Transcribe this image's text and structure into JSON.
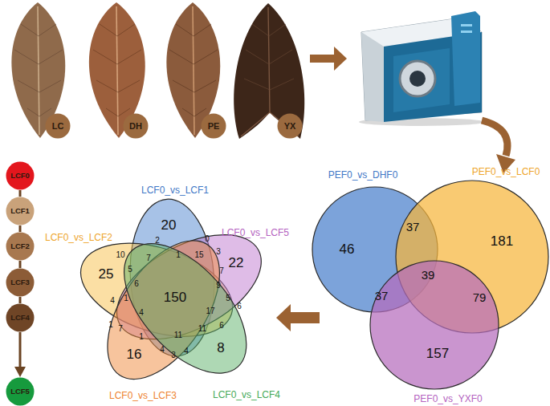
{
  "diagram": {
    "nodes": [
      {
        "text": [
          "LC"
        ]
      },
      {
        "text": [
          "DH"
        ]
      },
      {
        "text": [
          "PE"
        ]
      },
      {
        "text": [
          "YX"
        ]
      },
      {
        "text": [
          "LCF0"
        ]
      },
      {
        "text": [
          "LCF1"
        ]
      },
      {
        "text": [
          "LCF2"
        ]
      },
      {
        "text": [
          "LCF3"
        ]
      },
      {
        "text": [
          "LCF4"
        ]
      },
      {
        "text": [
          "LCF5"
        ]
      },
      {
        "text": [
          "LCF0_vs_LCF1",
          "20"
        ]
      },
      {
        "text": [
          "LCF0_vs_LCF2",
          "25"
        ]
      },
      {
        "text": [
          "LCF0_vs_LCF5",
          "22"
        ]
      },
      {
        "text": [
          "LCF0_vs_LCF3",
          "16"
        ]
      },
      {
        "text": [
          "LCF0_vs_LCF4",
          "8"
        ]
      },
      {
        "text": [
          "PEF0_vs_DHF0",
          "46"
        ]
      },
      {
        "text": [
          "PEF0_vs_LCF0",
          "181"
        ]
      },
      {
        "text": [
          "PEF0_vs_YXF0",
          "157"
        ]
      }
    ],
    "edges": [
      {
        "from": 4,
        "to": 5,
        "arrow": "none"
      },
      {
        "from": 5,
        "to": 6,
        "arrow": "none"
      },
      {
        "from": 6,
        "to": 7,
        "arrow": "none"
      },
      {
        "from": 7,
        "to": 8,
        "arrow": "none"
      },
      {
        "from": 8,
        "to": 9,
        "arrow": "to"
      }
    ],
    "labels": [
      "2",
      "0",
      "10",
      "1",
      "15",
      "3",
      "7",
      "5",
      "7",
      "6",
      "9",
      "150",
      "1",
      "5",
      "4",
      "6",
      "17",
      "4",
      "1",
      "6",
      "7",
      "11",
      "11",
      "1",
      "4",
      "4",
      "3",
      "37",
      "39",
      "37",
      "79"
    ]
  }
}
